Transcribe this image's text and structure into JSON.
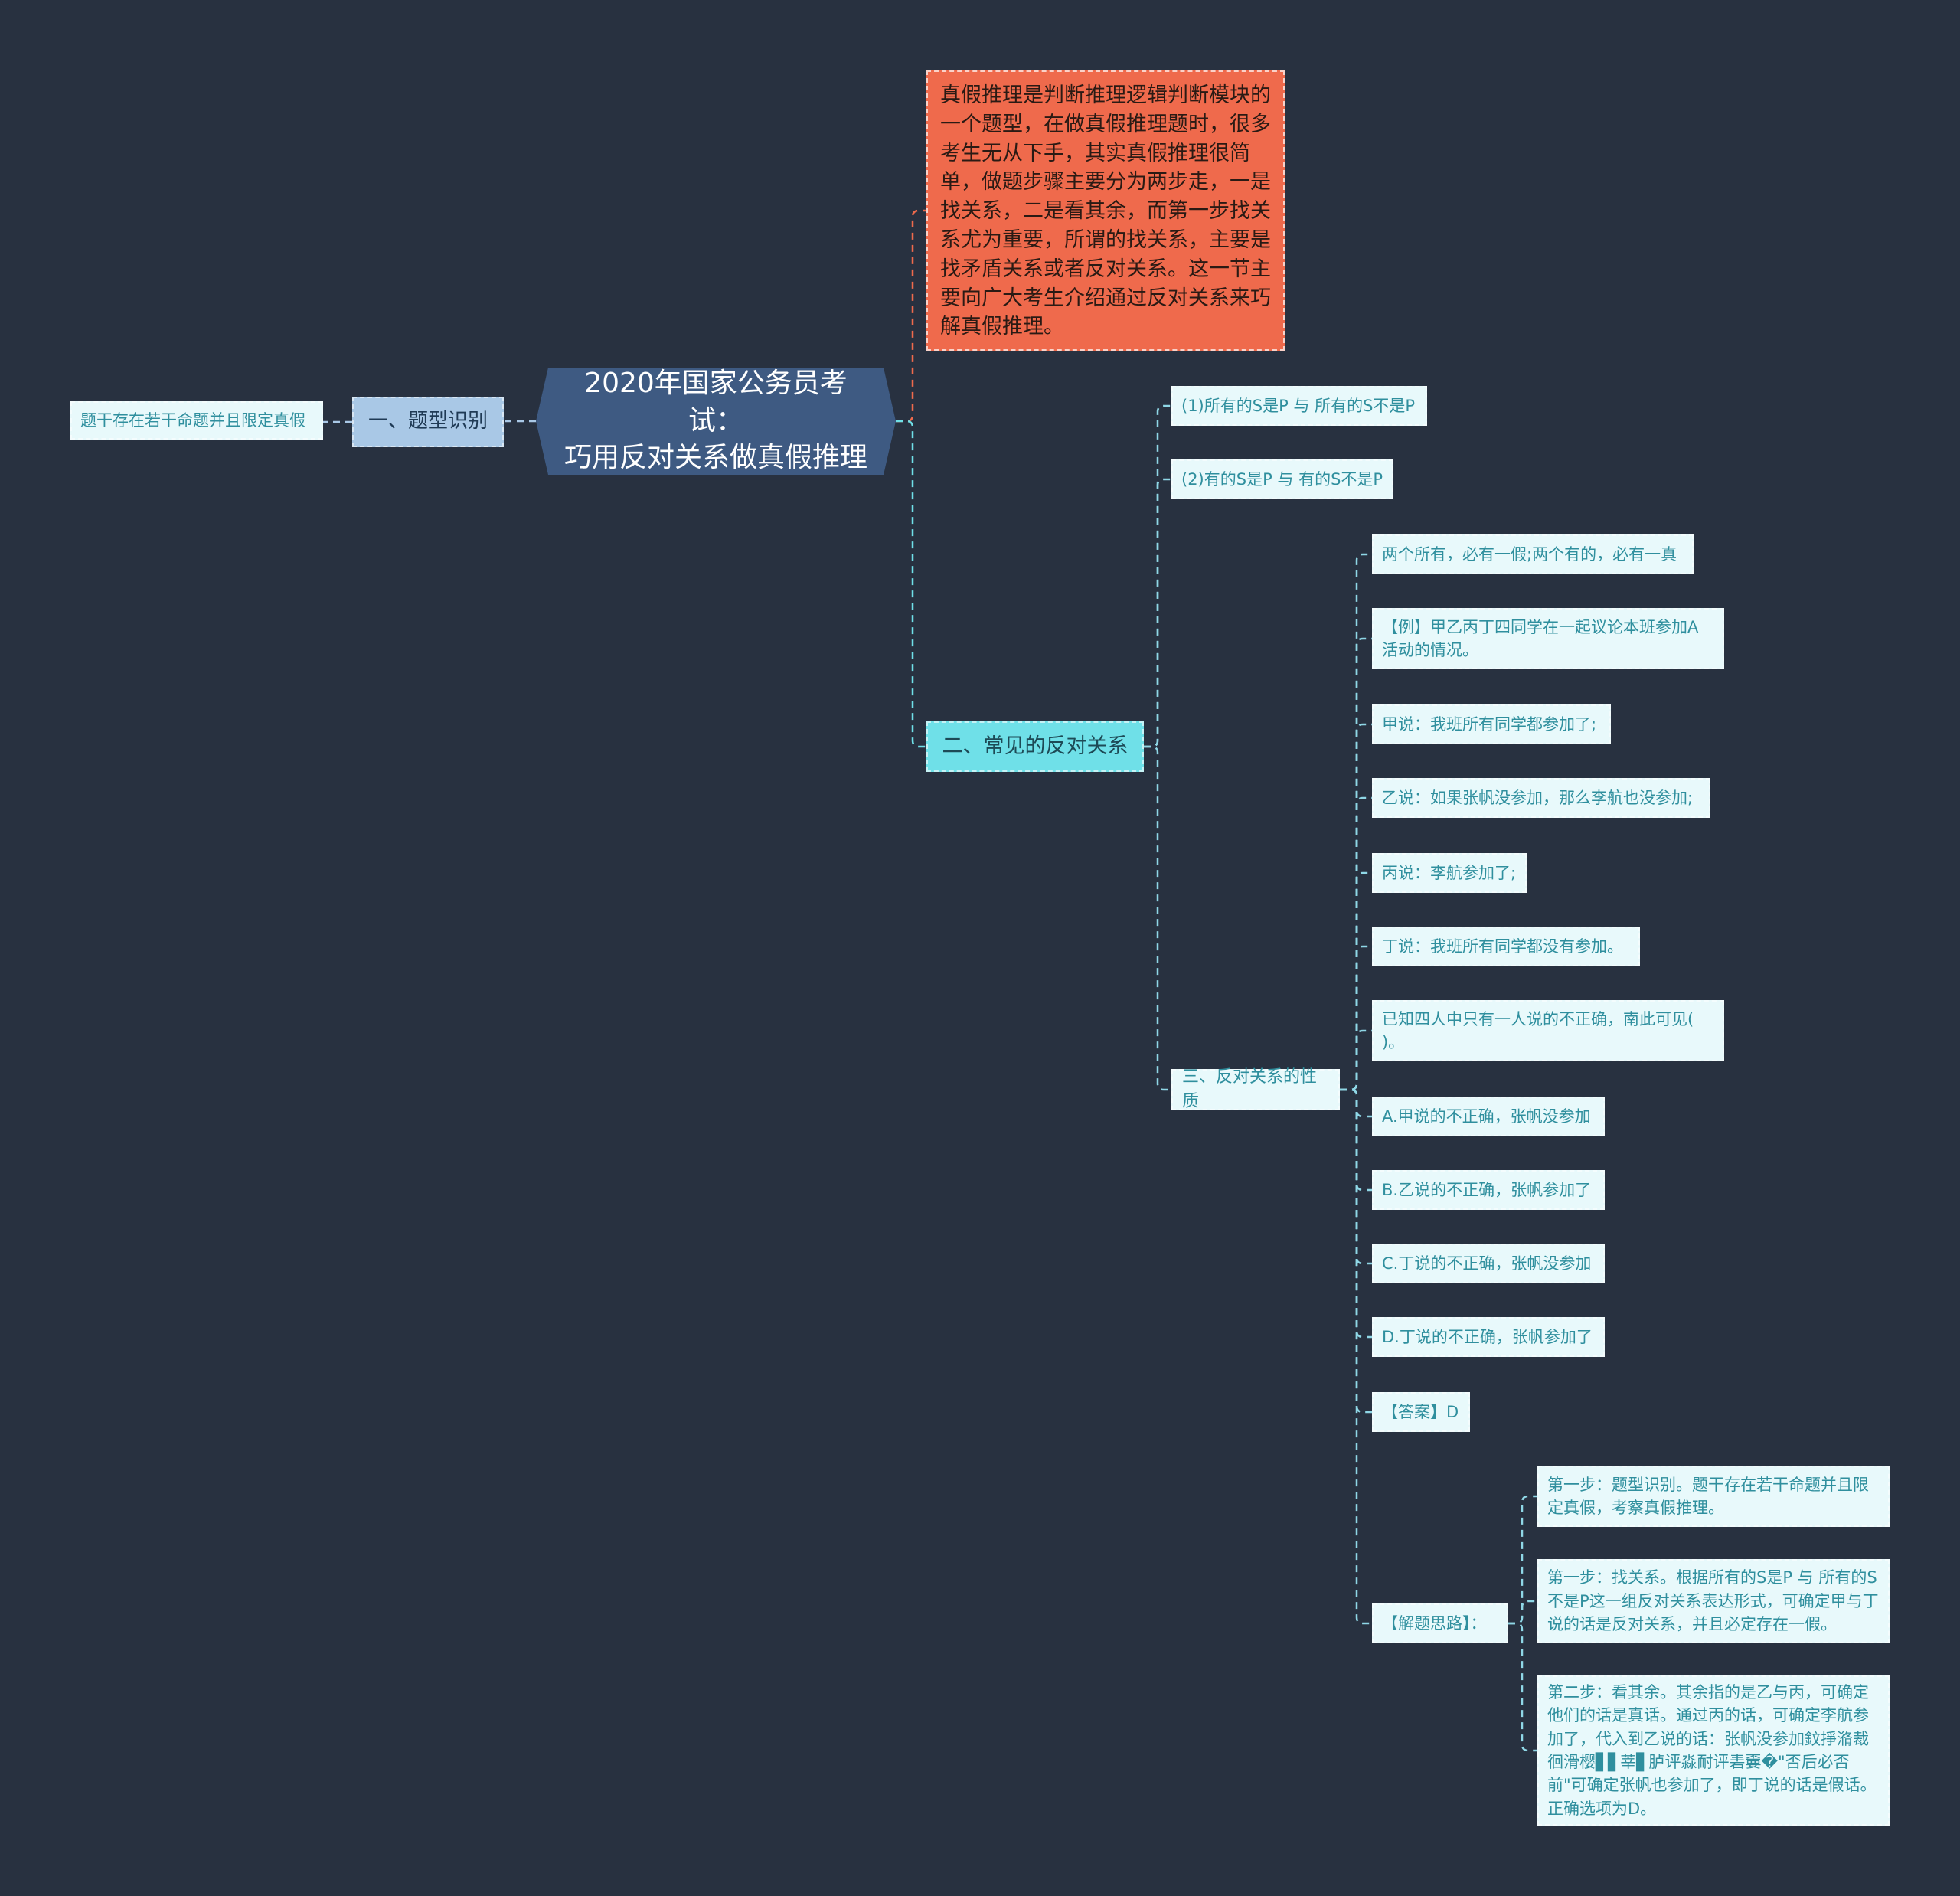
{
  "root": {
    "title_line1": "2020年国家公务员考试：",
    "title_line2": "巧用反对关系做真假推理"
  },
  "intro": "真假推理是判断推理逻辑判断模块的一个题型，在做真假推理题时，很多考生无从下手，其实真假推理很简单，做题步骤主要分为两步走，一是找关系，二是看其余，而第一步找关系尤为重要，所谓的找关系，主要是找矛盾关系或者反对关系。这一节主要向广大考生介绍通过反对关系来巧解真假推理。",
  "branch1": {
    "label": "一、题型识别",
    "child": "题干存在若干命题并且限定真假"
  },
  "branch2": {
    "label": "二、常见的反对关系",
    "item1": "(1)所有的S是P 与 所有的S不是P",
    "item2": "(2)有的S是P 与 有的S不是P",
    "section3": {
      "label": "三、反对关系的性质",
      "items": [
        "两个所有，必有一假;两个有的，必有一真",
        "【例】甲乙丙丁四同学在一起议论本班参加A活动的情况。",
        "甲说：我班所有同学都参加了;",
        "乙说：如果张帆没参加，那么李航也没参加;",
        "丙说：李航参加了;",
        "丁说：我班所有同学都没有参加。",
        "已知四人中只有一人说的不正确，南此可见( )。",
        "A.甲说的不正确，张帆没参加",
        "B.乙说的不正确，张帆参加了",
        "C.丁说的不正确，张帆没参加",
        "D.丁说的不正确，张帆参加了",
        "【答案】D"
      ],
      "solution": {
        "label": "【解题思路】：",
        "steps": [
          "第一步：题型识别。题干存在若干命题并且限定真假，考察真假推理。",
          "第一步：找关系。根据所有的S是P 与 所有的S不是P这一组反对关系表达形式，可确定甲与丁说的话是反对关系，并且必定存在一假。",
          "第二步：看其余。其余指的是乙与丙，可确定他们的话是真话。通过丙的话，可确定李航参加了，代入到乙说的话：张帆没参加鈫掙潃裁徊滑樱▋▋莘▋胪评淼耐评砉嫑�\"否后必否前\"可确定张帆也参加了，即丁说的话是假话。正确选项为D。"
        ]
      }
    }
  },
  "colors": {
    "background": "#283140",
    "root": "#3e5a82",
    "intro": "#ef6a4c",
    "branch1": "#a9c8e6",
    "branch2": "#6fe0e8",
    "leaf": "#e8f9fb",
    "leaf_text": "#2f8f9e"
  }
}
